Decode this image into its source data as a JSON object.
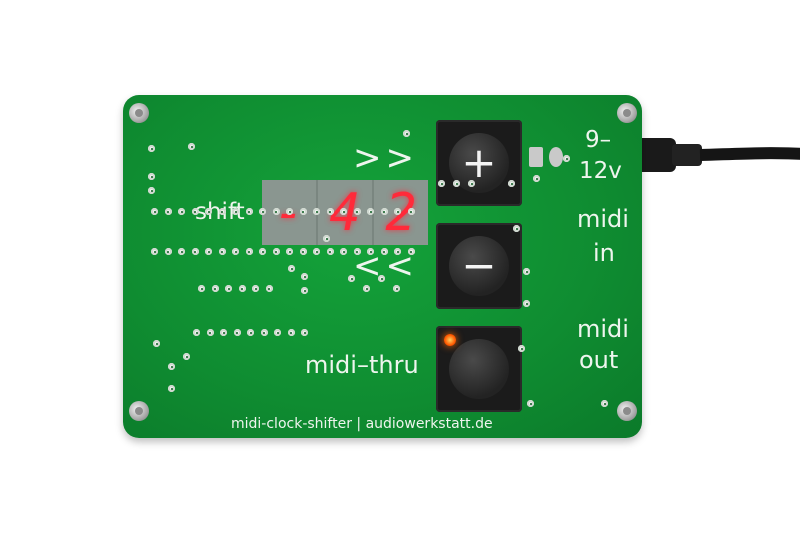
{
  "board": {
    "shift_label": "shift",
    "forward_arrows": ">>",
    "back_arrows": "<<",
    "power_label_top": "9–",
    "power_label_bottom": "12v",
    "midi_in_top": "midi",
    "midi_in_bottom": "in",
    "midi_out_top": "midi",
    "midi_out_bottom": "out",
    "midi_thru_label": "midi–thru",
    "footer": "midi-clock-shifter | audiowerkstatt.de"
  },
  "display": {
    "digits": [
      "-",
      "4",
      "2"
    ],
    "color": "#ff2a3a"
  },
  "buttons": {
    "plus": "+",
    "minus": "−"
  },
  "colors": {
    "pcb": "#0f8c31",
    "silkscreen": "#eef5ee",
    "led": "#ff5a00"
  }
}
